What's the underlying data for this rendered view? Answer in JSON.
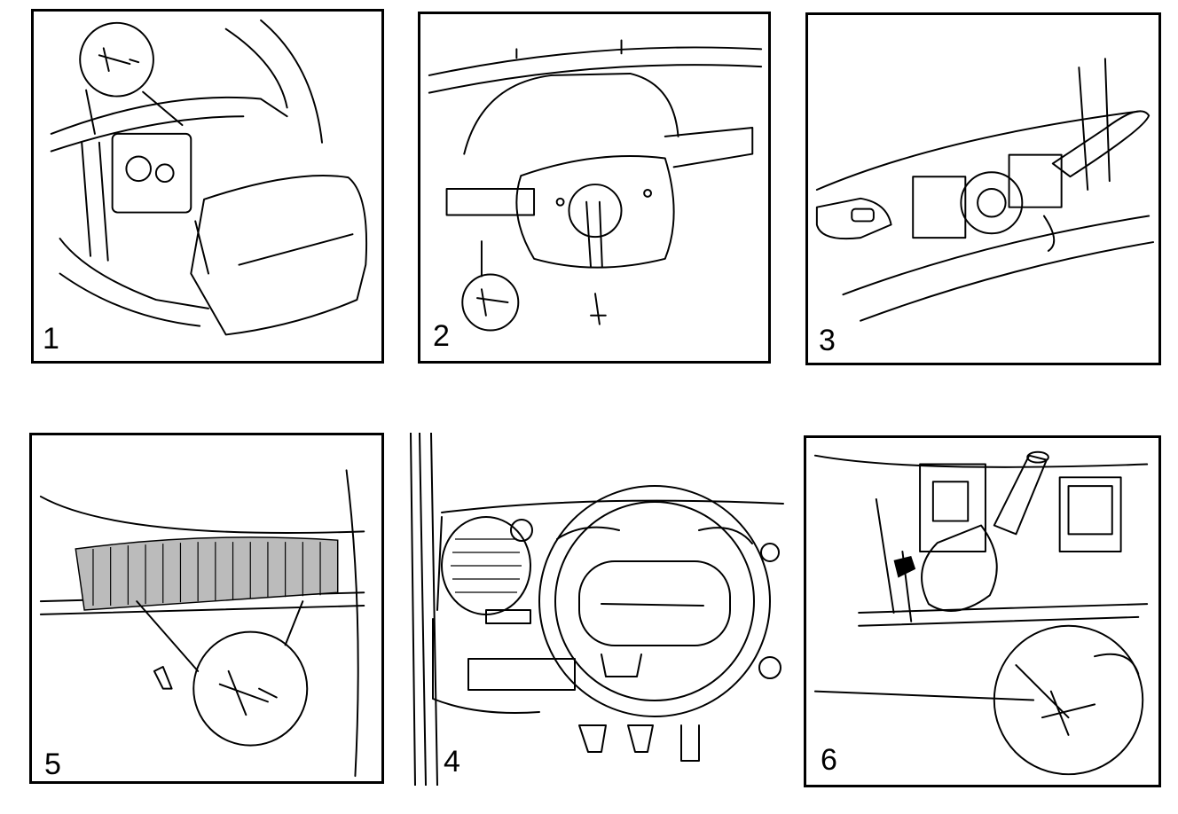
{
  "panels": [
    {
      "id": "p1",
      "label": "1"
    },
    {
      "id": "p2",
      "label": "2"
    },
    {
      "id": "p3",
      "label": "3"
    },
    {
      "id": "p5",
      "label": "5"
    },
    {
      "id": "p4",
      "label": "4"
    },
    {
      "id": "p6",
      "label": "6"
    }
  ]
}
